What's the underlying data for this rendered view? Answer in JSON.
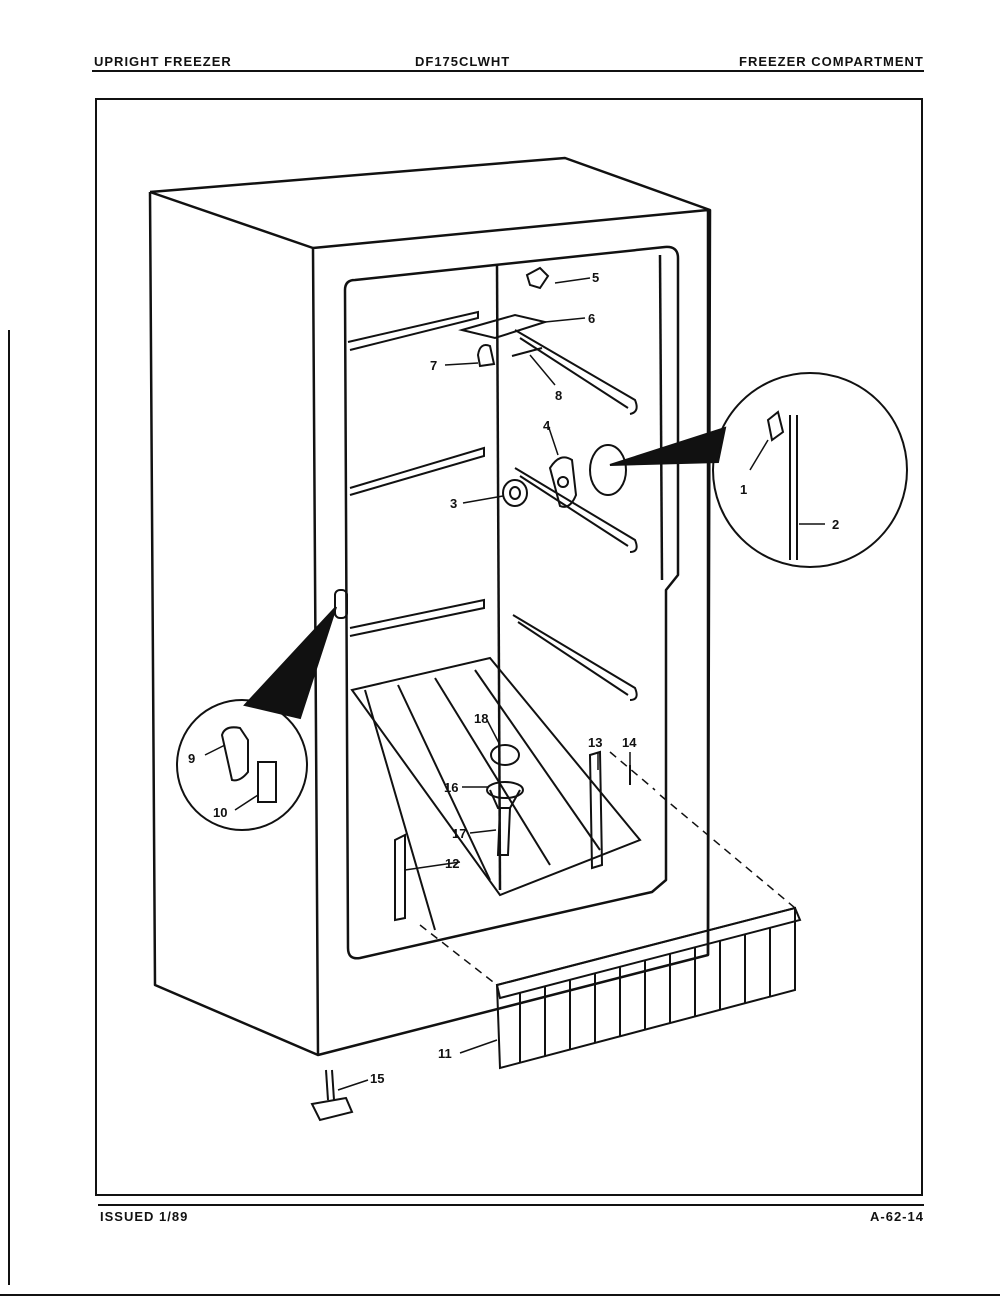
{
  "header": {
    "left": "UPRIGHT FREEZER",
    "center": "DF175CLWHT",
    "right": "FREEZER COMPARTMENT"
  },
  "footer": {
    "issued": "ISSUED 1/89",
    "page_code": "A-62-14"
  },
  "callouts": {
    "c1": "1",
    "c2": "2",
    "c3": "3",
    "c4": "4",
    "c5": "5",
    "c6": "6",
    "c7": "7",
    "c8": "8",
    "c9": "9",
    "c10": "10",
    "c11": "11",
    "c12": "12",
    "c13": "13",
    "c14": "14",
    "c15": "15",
    "c16": "16",
    "c17": "17",
    "c18": "18"
  }
}
